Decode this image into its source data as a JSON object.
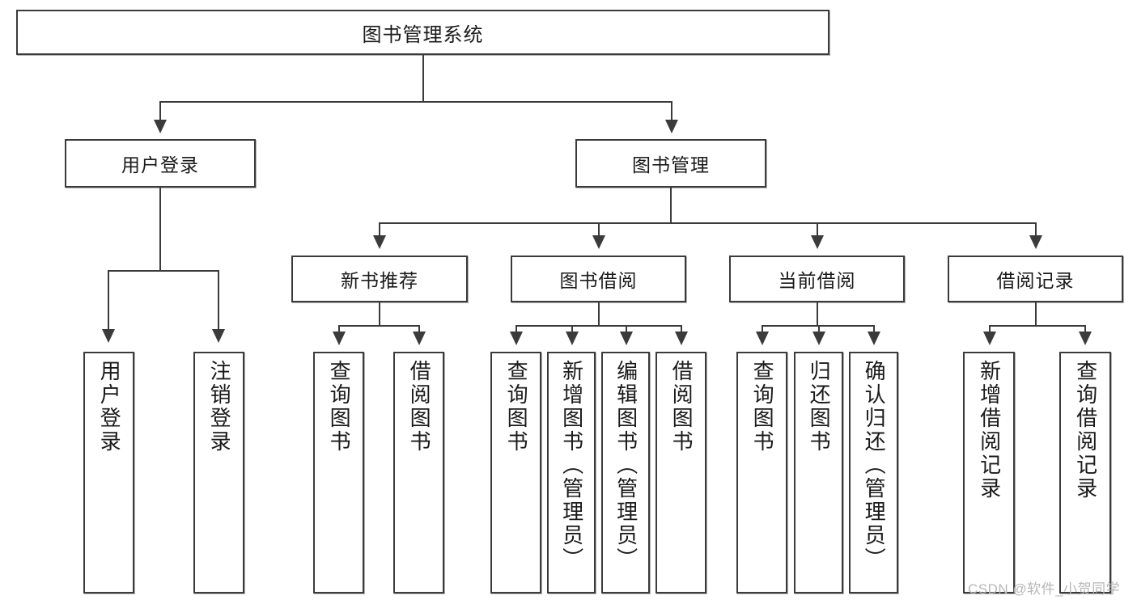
{
  "diagram": {
    "title": "图书管理系统",
    "type": "tree-hierarchy-diagram",
    "root": {
      "label": "图书管理系统"
    },
    "level2": [
      {
        "label": "用户登录"
      },
      {
        "label": "图书管理"
      }
    ],
    "level3": [
      {
        "label": "新书推荐"
      },
      {
        "label": "图书借阅"
      },
      {
        "label": "当前借阅"
      },
      {
        "label": "借阅记录"
      }
    ],
    "leaves": [
      {
        "label": "用户登录",
        "parent": "用户登录"
      },
      {
        "label": "注销登录",
        "parent": "用户登录"
      },
      {
        "label": "查询图书",
        "parent": "新书推荐"
      },
      {
        "label": "借阅图书",
        "parent": "新书推荐"
      },
      {
        "label": "查询图书",
        "parent": "图书借阅"
      },
      {
        "label": "新增图书（管理员）",
        "parent": "图书借阅"
      },
      {
        "label": "编辑图书（管理员）",
        "parent": "图书借阅"
      },
      {
        "label": "借阅图书",
        "parent": "图书借阅"
      },
      {
        "label": "查询图书",
        "parent": "当前借阅"
      },
      {
        "label": "归还图书",
        "parent": "当前借阅"
      },
      {
        "label": "确认归还（管理员）",
        "parent": "当前借阅"
      },
      {
        "label": "新增借阅记录",
        "parent": "借阅记录"
      },
      {
        "label": "查询借阅记录",
        "parent": "借阅记录"
      }
    ]
  },
  "watermark": {
    "text": "CSDN @软件_小贺同学"
  },
  "colors": {
    "stroke": "#3b3b3b",
    "fill": "#ffffff",
    "text": "#1a1a1a",
    "watermark": "#b7b7b7",
    "background": "#ffffff"
  }
}
